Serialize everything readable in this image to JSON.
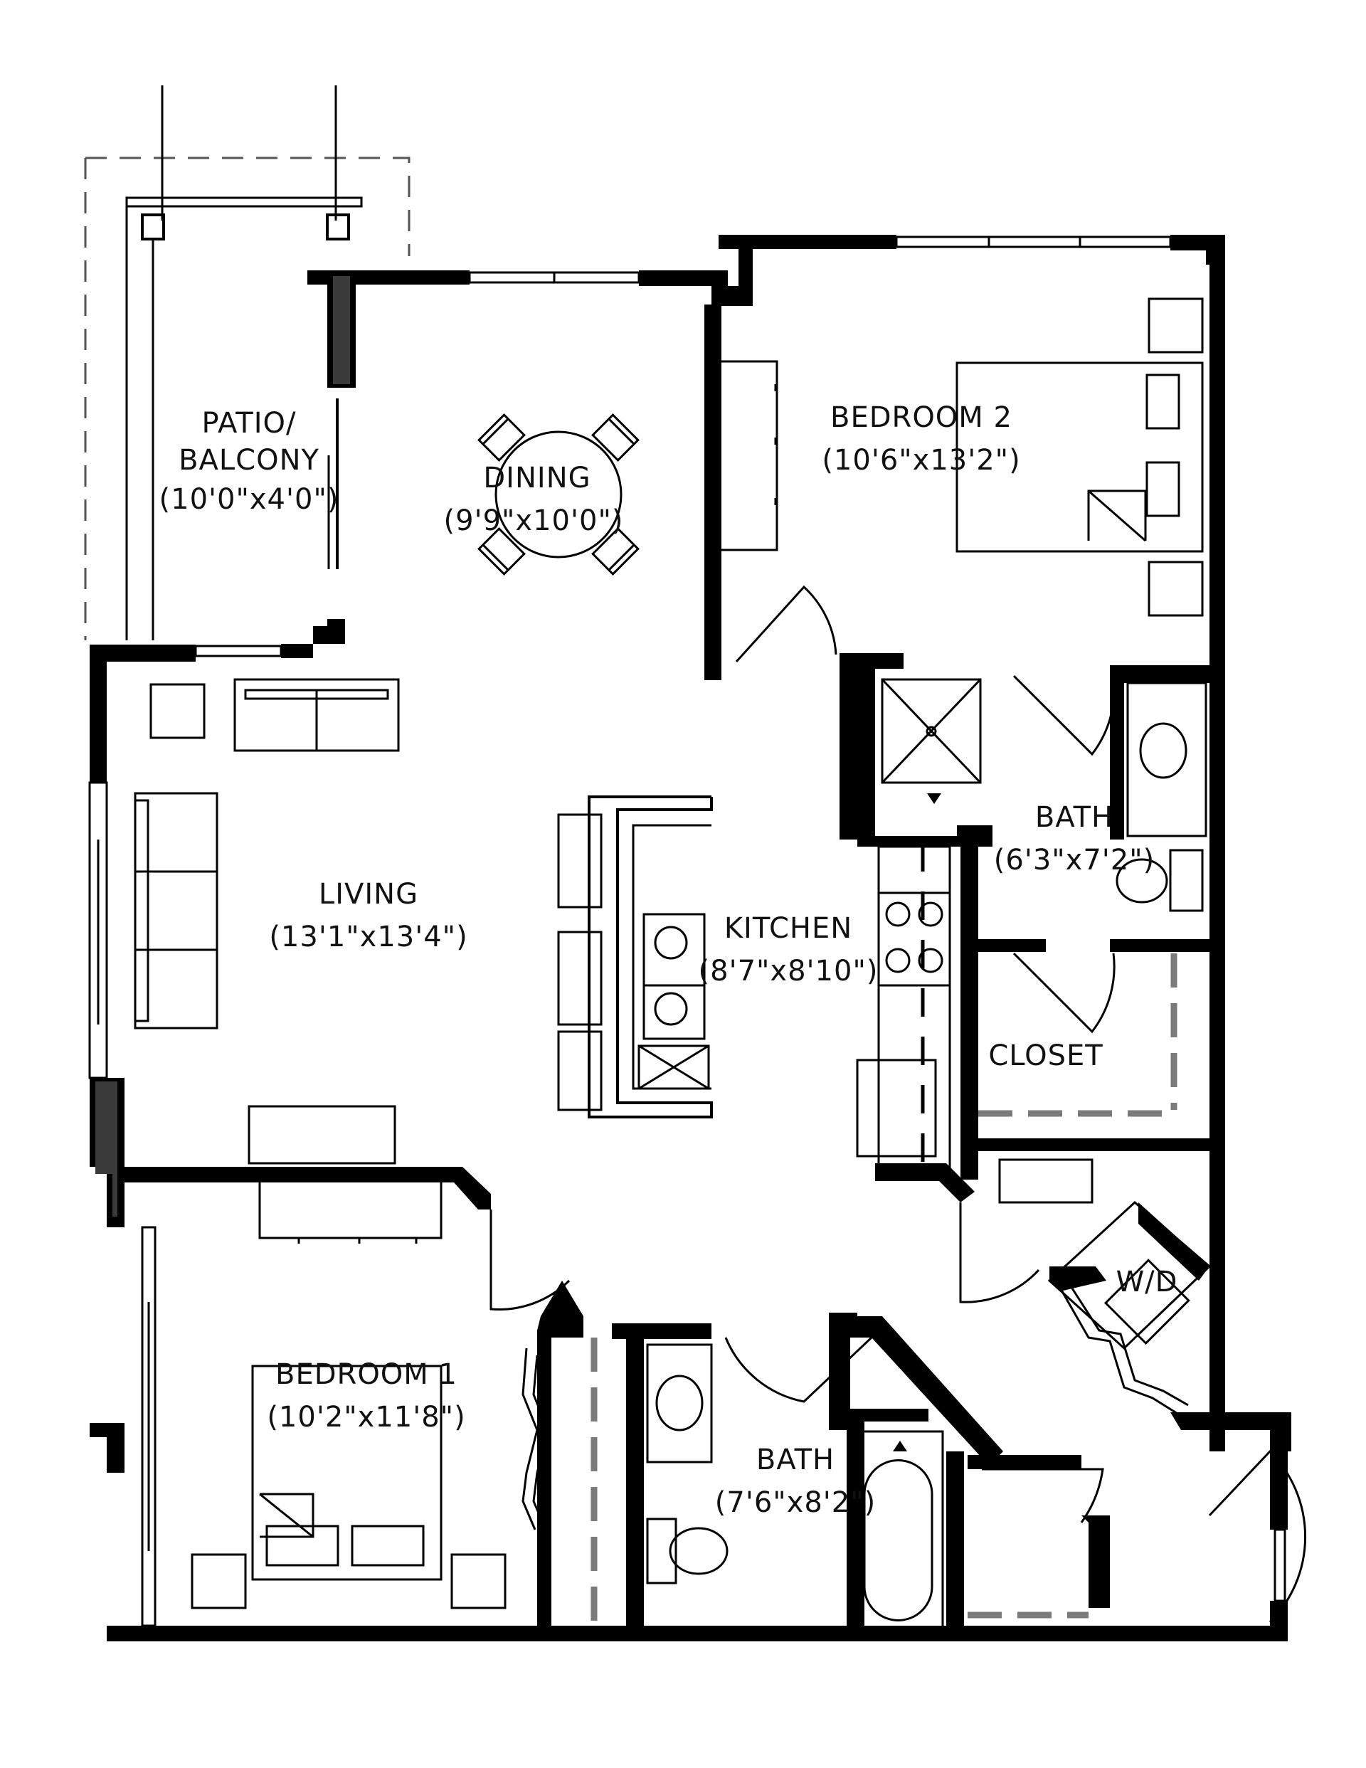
{
  "rooms": {
    "patio": {
      "name": "PATIO/",
      "name2": "BALCONY",
      "dims": "(10'0\"x4'0\")"
    },
    "dining": {
      "name": "DINING",
      "dims": "(9'9\"x10'0\")"
    },
    "bedroom2": {
      "name": "BEDROOM 2",
      "dims": "(10'6\"x13'2\")"
    },
    "living": {
      "name": "LIVING",
      "dims": "(13'1\"x13'4\")"
    },
    "kitchen": {
      "name": "KITCHEN",
      "dims": "(8'7\"x8'10\")"
    },
    "bath2": {
      "name": "BATH",
      "dims": "(6'3\"x7'2\")"
    },
    "closet": {
      "name": "CLOSET"
    },
    "laundry": {
      "name": "W/D"
    },
    "bedroom1": {
      "name": "BEDROOM 1",
      "dims": "(10'2\"x11'8\")"
    },
    "bath1": {
      "name": "BATH",
      "dims": "(7'6\"x8'2\")"
    }
  }
}
